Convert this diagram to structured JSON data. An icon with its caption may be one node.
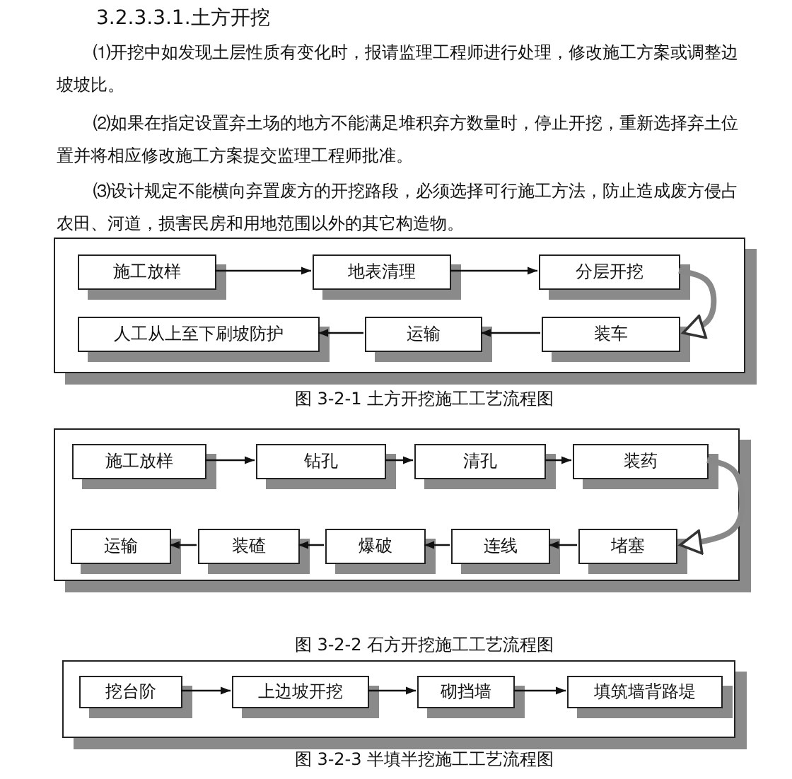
{
  "diagram": {
    "title": "3.2.3.3.1.土方开挖",
    "nodes": [
      {
        "text": [],
        "shape": "box"
      },
      {
        "text": [
          "施工放样"
        ],
        "in": 0
      },
      {
        "text": [
          "地表清理"
        ],
        "in": 0
      },
      {
        "text": [
          "分层开挖"
        ],
        "in": 0
      },
      {
        "text": [
          "人工从上至下刷坡防护"
        ],
        "in": 0
      },
      {
        "text": [
          "运输"
        ],
        "in": 0
      },
      {
        "text": [
          "装车"
        ],
        "in": 0
      },
      {
        "text": [],
        "shape": "box"
      },
      {
        "text": [
          "施工放样"
        ],
        "in": 7
      },
      {
        "text": [
          "钻孔"
        ],
        "in": 7
      },
      {
        "text": [
          "清孔"
        ],
        "in": 7
      },
      {
        "text": [
          "装药"
        ],
        "in": 7
      },
      {
        "text": [
          "运输"
        ],
        "in": 7
      },
      {
        "text": [
          "装碴"
        ],
        "in": 7
      },
      {
        "text": [
          "爆破"
        ],
        "in": 7
      },
      {
        "text": [
          "连线"
        ],
        "in": 7
      },
      {
        "text": [
          "堵塞"
        ],
        "in": 7
      },
      {
        "text": [],
        "shape": "box"
      },
      {
        "text": [
          "挖台阶"
        ],
        "in": 17
      },
      {
        "text": [
          "上边坡开挖"
        ],
        "in": 17
      },
      {
        "text": [
          "砌挡墙"
        ],
        "in": 17
      },
      {
        "text": [
          "填筑墙背路堤"
        ],
        "in": 17
      }
    ],
    "edges": [
      {
        "from": 1,
        "to": 2,
        "arrow": "to"
      },
      {
        "from": 2,
        "to": 3,
        "arrow": "to"
      },
      {
        "from": 3,
        "to": 6,
        "arrow": "to",
        "style": "thick",
        "color": "#888888"
      },
      {
        "from": 6,
        "to": 5,
        "arrow": "to"
      },
      {
        "from": 5,
        "to": 4,
        "arrow": "to"
      },
      {
        "from": 8,
        "to": 9,
        "arrow": "to"
      },
      {
        "from": 9,
        "to": 10,
        "arrow": "to"
      },
      {
        "from": 10,
        "to": 11,
        "arrow": "to"
      },
      {
        "from": 11,
        "to": 16,
        "arrow": "to",
        "style": "thick",
        "color": "#888888"
      },
      {
        "from": 16,
        "to": 15,
        "arrow": "to"
      },
      {
        "from": 15,
        "to": 14,
        "arrow": "to"
      },
      {
        "from": 14,
        "to": 13,
        "arrow": "to"
      },
      {
        "from": 13,
        "to": 12,
        "arrow": "to"
      },
      {
        "from": 18,
        "to": 19,
        "arrow": "to"
      },
      {
        "from": 19,
        "to": 20,
        "arrow": "to"
      },
      {
        "from": 20,
        "to": 21,
        "arrow": "to"
      }
    ],
    "labels": [
      "⑴开挖中如发现土层性质有变化时，报请监理工程师进行处理，修改施工方案或调整边坡坡比。",
      "⑵如果在指定设置弃土场的地方不能满足堆积弃方数量时，停止开挖，重新选择弃土位置并将相应修改施工方案提交监理工程师批准。",
      "⑶设计规定不能横向弃置废方的开挖路段，必须选择可行施工方法，防止造成废方侵占农田、河道，损害民房和用地范围以外的其它构造物。",
      "图 3-2-1 土方开挖施工工艺流程图",
      "图 3-2-2 石方开挖施工工艺流程图",
      "图 3-2-3 半填半挖施工工艺流程图"
    ]
  }
}
